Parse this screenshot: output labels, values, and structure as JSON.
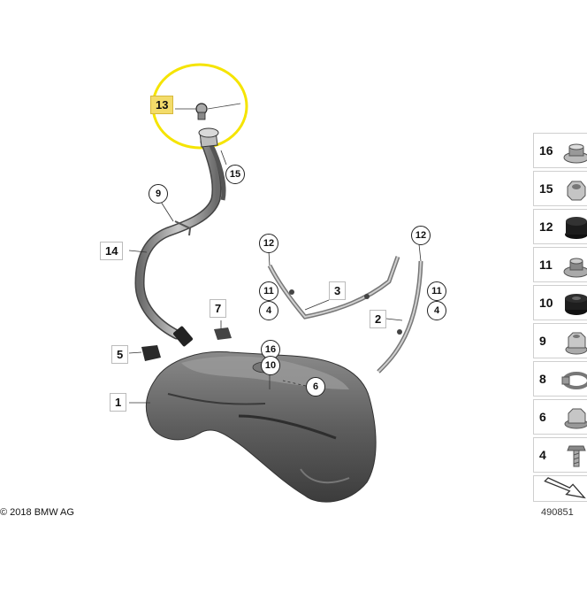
{
  "diagram": {
    "callouts": {
      "p13": "13",
      "p15": "15",
      "p9": "9",
      "p14": "14",
      "p12a": "12",
      "p11a": "11",
      "p4a": "4",
      "p3": "3",
      "p12b": "12",
      "p11b": "11",
      "p4b": "4",
      "p2": "2",
      "p7": "7",
      "p5": "5",
      "p16": "16",
      "p10": "10",
      "p6": "6",
      "p1": "1"
    },
    "highlight_color": "#f3dc6a",
    "highlight_ring_color": "#f5e400"
  },
  "legend": {
    "items": [
      {
        "num": "16",
        "icon": "flange-nut-icon"
      },
      {
        "num": "15",
        "icon": "hex-nut-icon"
      },
      {
        "num": "12",
        "icon": "rubber-grommet-icon"
      },
      {
        "num": "11",
        "icon": "washer-nut-icon"
      },
      {
        "num": "10",
        "icon": "rubber-bushing-icon"
      },
      {
        "num": "9",
        "icon": "collar-nut-icon"
      },
      {
        "num": "8",
        "icon": "hose-clamp-icon"
      },
      {
        "num": "6",
        "icon": "dome-nut-icon"
      },
      {
        "num": "4",
        "icon": "hex-bolt-icon"
      }
    ]
  },
  "footer": {
    "copyright": "© 2018 BMW AG",
    "drawing_number": "490851"
  }
}
